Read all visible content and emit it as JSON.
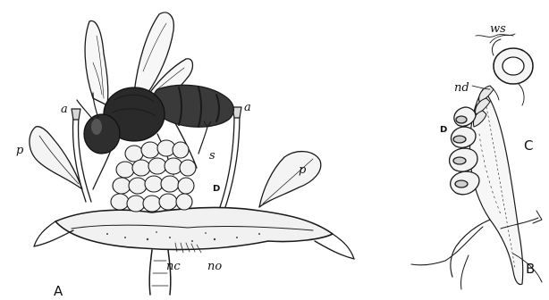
{
  "figure": {
    "panel_a": {
      "panel_label": "A",
      "labels": {
        "petal_left": "p",
        "petal_right": "p",
        "anther_left": "a",
        "anther_right": "a",
        "stigma": "s",
        "swelling": "D",
        "nectar_left": "nc",
        "nectar_right": "no"
      }
    },
    "panel_b": {
      "panel_label": "B",
      "labels": {
        "top": "ws",
        "duct": "nd",
        "swelling": "D",
        "stem": "C"
      }
    }
  }
}
